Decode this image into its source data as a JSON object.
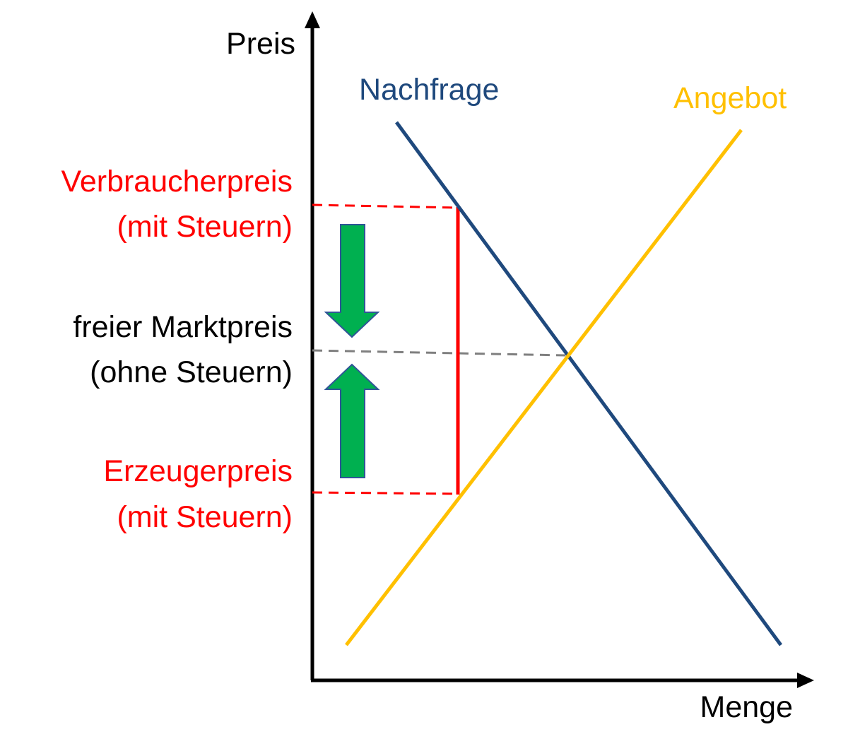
{
  "axes": {
    "y_label": "Preis",
    "x_label": "Menge"
  },
  "curves": {
    "demand_label": "Nachfrage",
    "supply_label": "Angebot"
  },
  "price_labels": {
    "consumer_line1": "Verbraucherpreis",
    "consumer_line2": "(mit Steuern)",
    "market_line1": "freier Marktpreis",
    "market_line2": "(ohne Steuern)",
    "producer_line1": "Erzeugerpreis",
    "producer_line2": "(mit Steuern)"
  },
  "colors": {
    "axis": "#000000",
    "demand": "#1f497d",
    "supply": "#ffc000",
    "tax": "#ff0000",
    "market_dash": "#7f7f7f",
    "arrow_fill": "#00b050",
    "arrow_stroke": "#2f5597",
    "text_default": "#000000"
  }
}
